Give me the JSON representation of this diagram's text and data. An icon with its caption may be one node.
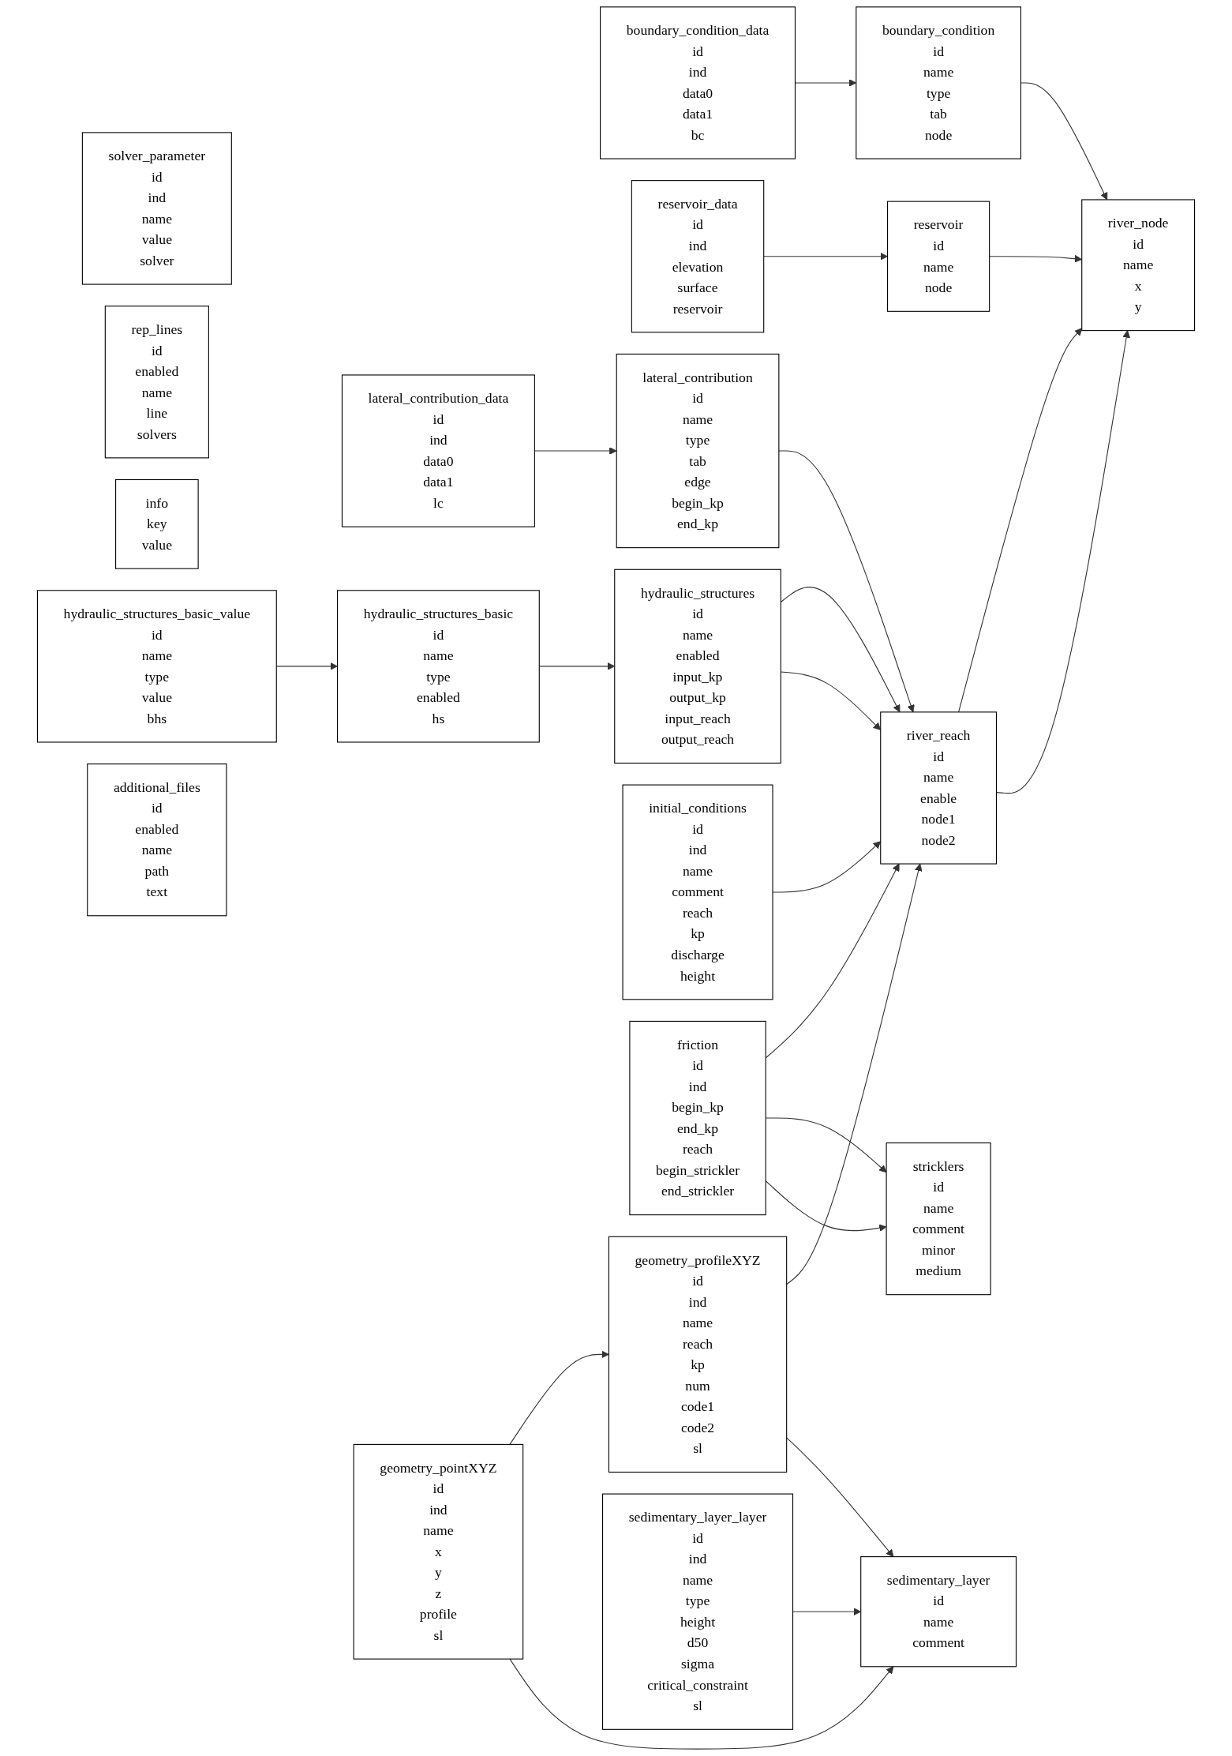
{
  "diagram": {
    "nodes": [
      {
        "text": [
          "solver_parameter",
          "id",
          "ind",
          "name",
          "value",
          "solver"
        ]
      },
      {
        "text": [
          "rep_lines",
          "id",
          "enabled",
          "name",
          "line",
          "solvers"
        ]
      },
      {
        "text": [
          "info",
          "key",
          "value"
        ]
      },
      {
        "text": [
          "hydraulic_structures_basic_value",
          "id",
          "name",
          "type",
          "value",
          "bhs"
        ]
      },
      {
        "text": [
          "additional_files",
          "id",
          "enabled",
          "name",
          "path",
          "text"
        ]
      },
      {
        "text": [
          "lateral_contribution_data",
          "id",
          "ind",
          "data0",
          "data1",
          "lc"
        ]
      },
      {
        "text": [
          "hydraulic_structures_basic",
          "id",
          "name",
          "type",
          "enabled",
          "hs"
        ]
      },
      {
        "text": [
          "geometry_pointXYZ",
          "id",
          "ind",
          "name",
          "x",
          "y",
          "z",
          "profile",
          "sl"
        ]
      },
      {
        "text": [
          "boundary_condition_data",
          "id",
          "ind",
          "data0",
          "data1",
          "bc"
        ]
      },
      {
        "text": [
          "reservoir_data",
          "id",
          "ind",
          "elevation",
          "surface",
          "reservoir"
        ]
      },
      {
        "text": [
          "lateral_contribution",
          "id",
          "name",
          "type",
          "tab",
          "edge",
          "begin_kp",
          "end_kp"
        ]
      },
      {
        "text": [
          "hydraulic_structures",
          "id",
          "name",
          "enabled",
          "input_kp",
          "output_kp",
          "input_reach",
          "output_reach"
        ]
      },
      {
        "text": [
          "initial_conditions",
          "id",
          "ind",
          "name",
          "comment",
          "reach",
          "kp",
          "discharge",
          "height"
        ]
      },
      {
        "text": [
          "friction",
          "id",
          "ind",
          "begin_kp",
          "end_kp",
          "reach",
          "begin_strickler",
          "end_strickler"
        ]
      },
      {
        "text": [
          "geometry_profileXYZ",
          "id",
          "ind",
          "name",
          "reach",
          "kp",
          "num",
          "code1",
          "code2",
          "sl"
        ]
      },
      {
        "text": [
          "sedimentary_layer_layer",
          "id",
          "ind",
          "name",
          "type",
          "height",
          "d50",
          "sigma",
          "critical_constraint",
          "sl"
        ]
      },
      {
        "text": [
          "boundary_condition",
          "id",
          "name",
          "type",
          "tab",
          "node"
        ]
      },
      {
        "text": [
          "reservoir",
          "id",
          "name",
          "node"
        ]
      },
      {
        "text": [
          "river_reach",
          "id",
          "name",
          "enable",
          "node1",
          "node2"
        ]
      },
      {
        "text": [
          "stricklers",
          "id",
          "name",
          "comment",
          "minor",
          "medium"
        ]
      },
      {
        "text": [
          "sedimentary_layer",
          "id",
          "name",
          "comment"
        ]
      },
      {
        "text": [
          "river_node",
          "id",
          "name",
          "x",
          "y"
        ]
      }
    ],
    "edges": [
      {
        "from": 8,
        "to": 16,
        "arrow": "to"
      },
      {
        "from": 9,
        "to": 17,
        "arrow": "to"
      },
      {
        "from": 5,
        "to": 10,
        "arrow": "to"
      },
      {
        "from": 3,
        "to": 6,
        "arrow": "to"
      },
      {
        "from": 6,
        "to": 11,
        "arrow": "to"
      },
      {
        "from": 16,
        "to": 21,
        "arrow": "to"
      },
      {
        "from": 17,
        "to": 21,
        "arrow": "to"
      },
      {
        "from": 10,
        "to": 18,
        "arrow": "to"
      },
      {
        "from": 11,
        "to": 18,
        "arrow": "to"
      },
      {
        "from": 11,
        "to": 18,
        "arrow": "to"
      },
      {
        "from": 12,
        "to": 18,
        "arrow": "to"
      },
      {
        "from": 13,
        "to": 18,
        "arrow": "to"
      },
      {
        "from": 14,
        "to": 18,
        "arrow": "to"
      },
      {
        "from": 18,
        "to": 21,
        "arrow": "to"
      },
      {
        "from": 18,
        "to": 21,
        "arrow": "to"
      },
      {
        "from": 13,
        "to": 19,
        "arrow": "to"
      },
      {
        "from": 13,
        "to": 19,
        "arrow": "to"
      },
      {
        "from": 7,
        "to": 14,
        "arrow": "to"
      },
      {
        "from": 7,
        "to": 20,
        "arrow": "to"
      },
      {
        "from": 14,
        "to": 20,
        "arrow": "to"
      },
      {
        "from": 15,
        "to": 20,
        "arrow": "to"
      }
    ]
  }
}
